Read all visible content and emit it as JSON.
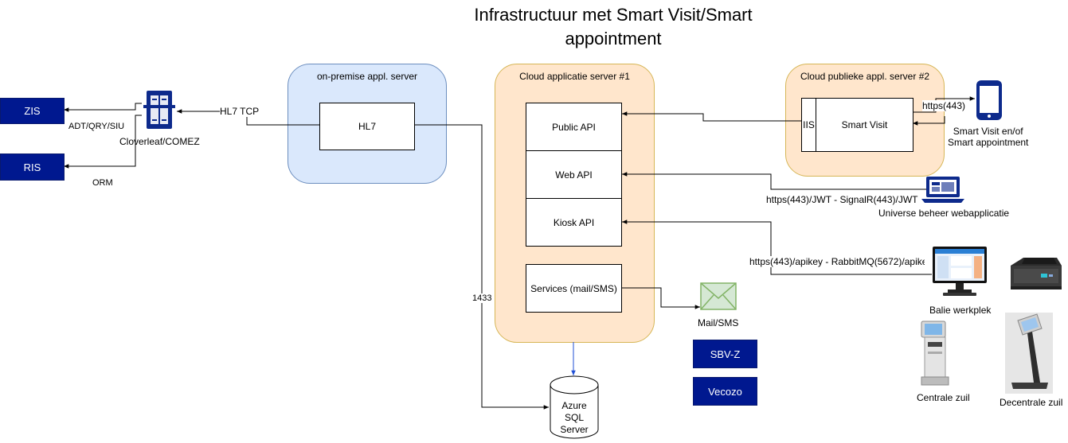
{
  "title": {
    "line1": "Infrastructuur met Smart Visit/Smart",
    "line2": "appointment"
  },
  "left": {
    "zis": "ZIS",
    "ris": "RIS",
    "adt_label": "ADT/QRY/SIU",
    "orm_label": "ORM",
    "cloverleaf_label": "Cloverleaf/COMEZ",
    "hl7tcp_label": "HL7 TCP"
  },
  "onprem": {
    "title": "on-premise appl. server",
    "hl7": "HL7"
  },
  "cloud1": {
    "title": "Cloud applicatie server #1",
    "public_api": "Public API",
    "web_api": "Web API",
    "kiosk_api": "Kiosk API",
    "services": "Services (mail/SMS)",
    "port_1433": "1433"
  },
  "cloud2": {
    "title": "Cloud publieke appl. server #2",
    "iis": "IIS",
    "smart_visit": "Smart Visit"
  },
  "right": {
    "https443": "https(443)",
    "mobile_line1": "Smart Visit en/of",
    "mobile_line2": "Smart appointment",
    "jwt_label": "https(443)/JWT - SignalR(443)/JWT",
    "webapp_label": "Universe beheer webapplicatie",
    "apikey_label": "https(443)/apikey - RabbitMQ(5672)/apikey",
    "balie_label": "Balie werkplek",
    "centrale_label": "Centrale zuil",
    "decentrale_label": "Decentrale zuil"
  },
  "bottom": {
    "mail_label": "Mail/SMS",
    "sbvz": "SBV-Z",
    "vecozo": "Vecozo",
    "db_line1": "Azure",
    "db_line2": "SQL",
    "db_line3": "Server"
  },
  "colors": {
    "navy": "#00188f",
    "onprem_fill": "#dae8fc",
    "onprem_stroke": "#6c8ebf",
    "cloud_fill": "#ffe6cc",
    "cloud_stroke": "#d6b656",
    "arrow_blue": "#1f4fd6"
  },
  "icons": {
    "cloverleaf": "server-cluster-icon",
    "mobile": "mobile-phone-icon",
    "laptop": "laptop-icon",
    "desktop": "desktop-monitor-icon",
    "scanner": "card-scanner-icon",
    "kiosk": "kiosk-icon",
    "mail": "envelope-icon",
    "database": "database-icon"
  }
}
